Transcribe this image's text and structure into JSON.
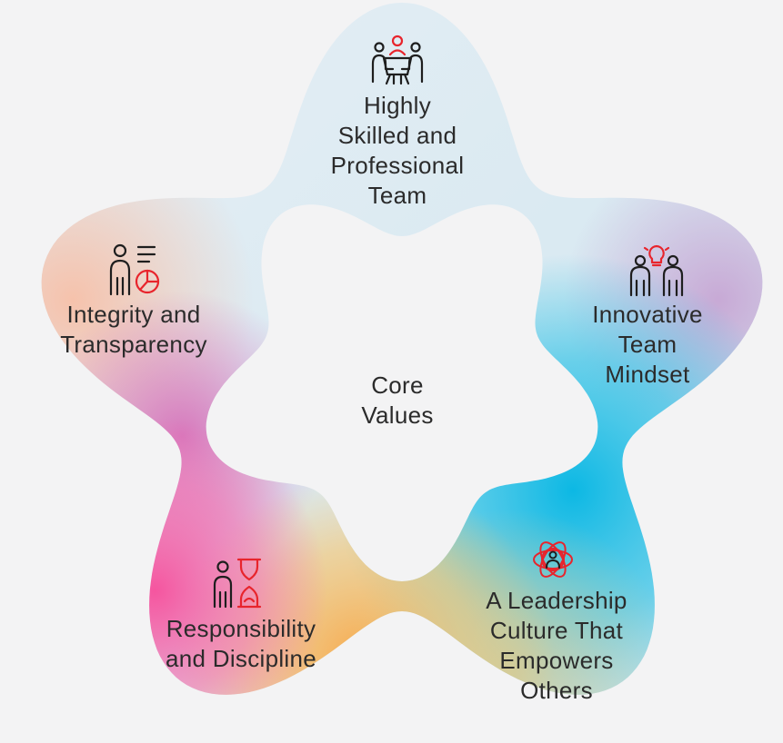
{
  "center": {
    "lines": [
      "Core",
      "Values"
    ]
  },
  "values": [
    {
      "key": "team",
      "lines": [
        "Highly",
        "Skilled and",
        "Professional",
        "Team"
      ],
      "icon": "team-meeting-icon"
    },
    {
      "key": "innovation",
      "lines": [
        "Innovative",
        "Team",
        "Mindset"
      ],
      "icon": "innovation-lightbulb-icon"
    },
    {
      "key": "leadership",
      "lines": [
        "A Leadership",
        "Culture That",
        "Empowers",
        "Others"
      ],
      "icon": "leadership-network-icon"
    },
    {
      "key": "responsibility",
      "lines": [
        "Responsibility",
        "and Discipline"
      ],
      "icon": "hourglass-person-icon"
    },
    {
      "key": "integrity",
      "lines": [
        "Integrity and",
        "Transparency"
      ],
      "icon": "report-person-icon"
    }
  ],
  "colors": {
    "background": "#f3f3f4",
    "text": "#2b2b2b",
    "icon_dark": "#1e1e1e",
    "icon_accent": "#e8242c",
    "gradient_blue": "#0cb8e4",
    "gradient_pink": "#f56fb0",
    "gradient_orange": "#f8b24f",
    "gradient_lilac": "#c7a6d4"
  }
}
